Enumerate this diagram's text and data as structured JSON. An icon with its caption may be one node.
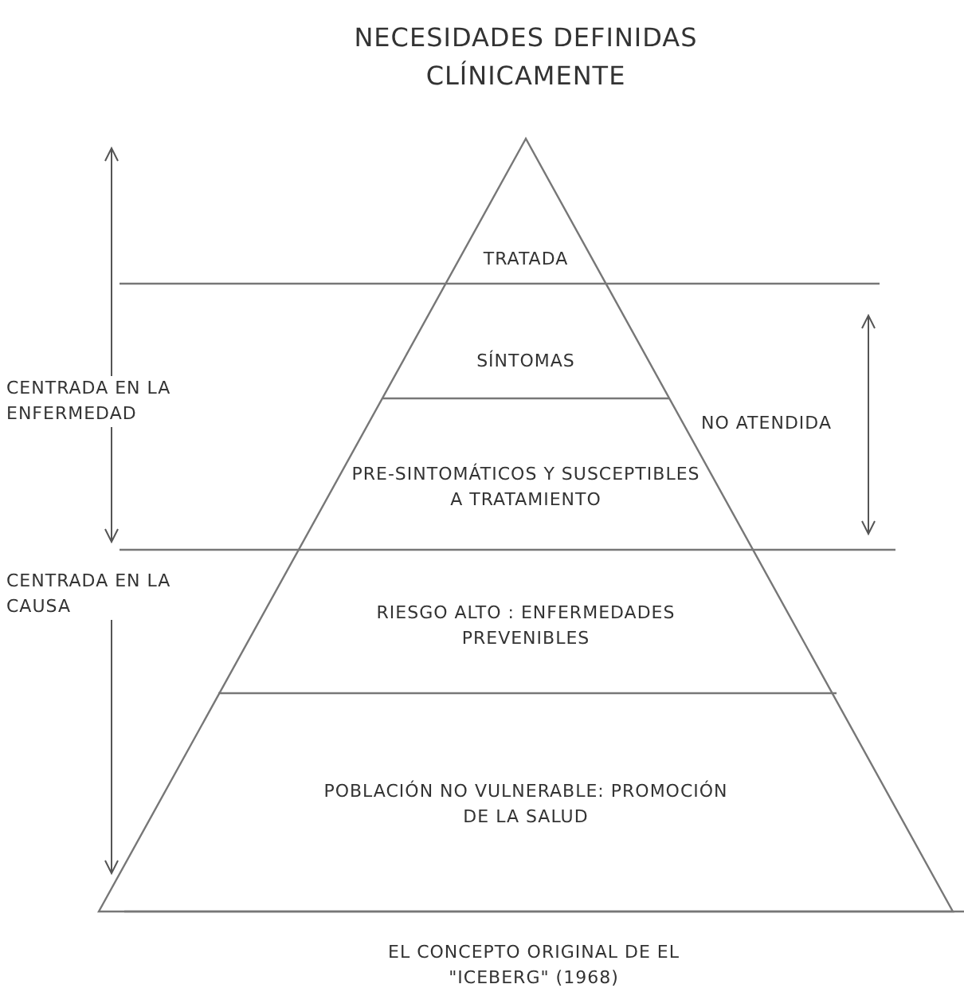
{
  "diagram": {
    "title": "NECESIDADES DEFINIDAS CLÍNICAMENTE",
    "caption": "EL CONCEPTO ORIGINAL DE EL \"ICEBERG\" (1968)",
    "nodes": [
      {
        "text": [
          "TRATADA"
        ]
      },
      {
        "text": [
          "SÍNTOMAS"
        ]
      },
      {
        "text": [
          "PRE-SINTOMÁTICOS Y SUSCEPTIBLES A TRATAMIENTO"
        ]
      },
      {
        "text": [
          "RIESGO ALTO : ENFERMEDADES PREVENIBLES"
        ]
      },
      {
        "text": [
          "POBLACIÓN NO VULNERABLE: PROMOCIÓN DE LA SALUD"
        ]
      }
    ],
    "edges": [],
    "labels": [
      "CENTRADA EN LA ENFERMEDAD",
      "NO ATENDIDA",
      "CENTRADA EN LA CAUSA"
    ]
  }
}
